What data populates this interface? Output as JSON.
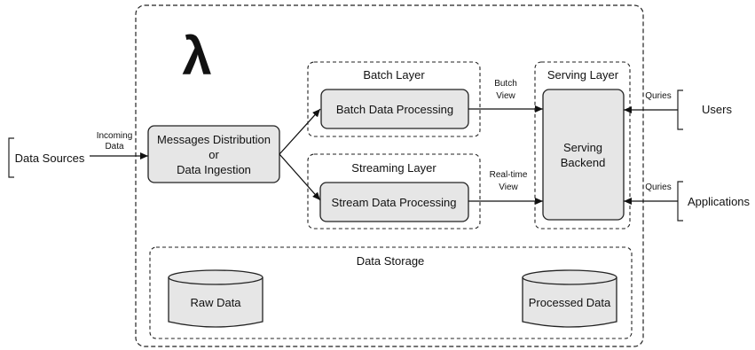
{
  "lambda_symbol": "λ",
  "sources": {
    "data_sources": "Data Sources",
    "incoming_line1": "Incoming",
    "incoming_line2": "Data"
  },
  "ingestion": {
    "line1": "Messages Distribution",
    "line2": "or",
    "line3": "Data Ingestion"
  },
  "batch": {
    "layer_title": "Batch Layer",
    "process": "Batch Data Processing",
    "view_line1": "Butch",
    "view_line2": "View"
  },
  "streaming": {
    "layer_title": "Streaming Layer",
    "process": "Stream Data Processing",
    "view_line1": "Real-time",
    "view_line2": "View"
  },
  "serving": {
    "layer_title": "Serving Layer",
    "backend_line1": "Serving",
    "backend_line2": "Backend"
  },
  "consumers": {
    "users": "Users",
    "applications": "Applications",
    "query_label_users": "Quries",
    "query_label_apps": "Quries"
  },
  "storage": {
    "title": "Data Storage",
    "raw": "Raw Data",
    "processed": "Processed Data"
  },
  "colors": {
    "box_fill": "#e6e6e6",
    "stroke": "#222222",
    "background": "#ffffff"
  }
}
